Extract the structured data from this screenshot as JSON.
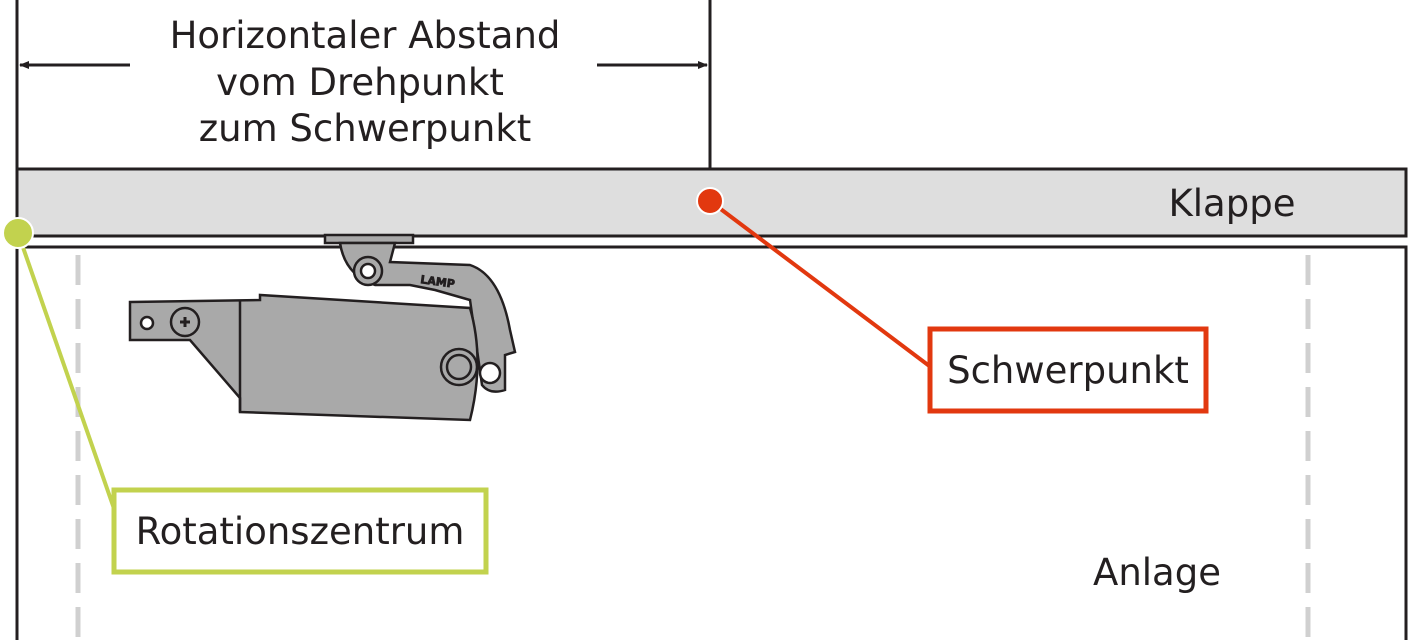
{
  "dimension": {
    "lines": [
      "Horizontaler Abstand",
      "vom Drehpunkt",
      "zum Schwerpunkt"
    ]
  },
  "labels": {
    "flap": "Klappe",
    "cabinet": "Anlage",
    "center_of_gravity": "Schwerpunkt",
    "rotation_center": "Rotationszentrum",
    "hinge_brand": "LAMP"
  },
  "colors": {
    "center_of_gravity": "#e2380f",
    "rotation_center": "#c2d24e",
    "flap_fill": "#dedede",
    "hinge_fill": "#a9a9a9",
    "outline": "#231f20"
  }
}
